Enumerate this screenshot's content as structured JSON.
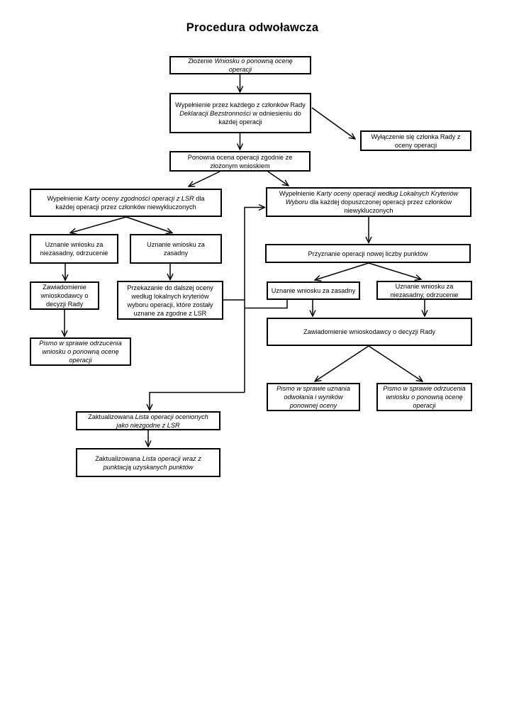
{
  "page": {
    "title": "Procedura odwoławcza",
    "background_color": "#ffffff",
    "ink_color": "#000000"
  },
  "flowchart": {
    "nodes": {
      "zlozenie": {
        "segments": [
          {
            "t": "Złożenie ",
            "i": false
          },
          {
            "t": "Wniosku o ponowną ocenę\noperacji",
            "i": true
          }
        ]
      },
      "deklaracja": {
        "segments": [
          {
            "t": "Wypełnienie przez każdego z członków Rady\n",
            "i": false
          },
          {
            "t": "Deklaracji Bezstronności",
            "i": true
          },
          {
            "t": " w odniesieniu do\nkażdej operacji",
            "i": false
          }
        ]
      },
      "wylaczenie": {
        "segments": [
          {
            "t": "Wyłączenie się członka Rady z\noceny operacji",
            "i": false
          }
        ]
      },
      "ponowna_ocena": {
        "segments": [
          {
            "t": "Ponowna ocena operacji zgodnie ze\nzłożonym wnioskiem",
            "i": false
          }
        ]
      },
      "karta_zgodnosci": {
        "segments": [
          {
            "t": "Wypełnienie ",
            "i": false
          },
          {
            "t": "Karty oceny zgodności operacji z LSR",
            "i": true
          },
          {
            "t": " dla\nkażdej operacji przez członków niewykluczonych",
            "i": false
          }
        ]
      },
      "karta_kryteria": {
        "segments": [
          {
            "t": "Wypełnienie ",
            "i": false
          },
          {
            "t": "Karty oceny operacji według Lokalnych Kryteriów\nWyboru",
            "i": true
          },
          {
            "t": " dla każdej dopuszczonej operacji przez członków\nniewykluczonych",
            "i": false
          }
        ]
      },
      "uznanie_niezasadny_lewy": {
        "segments": [
          {
            "t": "Uznanie wniosku za\nniezasadny, odrzucenie",
            "i": false
          }
        ]
      },
      "uznanie_zasadny_lewy": {
        "segments": [
          {
            "t": "Uznanie wniosku za\nzasadny",
            "i": false
          }
        ]
      },
      "przyznanie_punktow": {
        "segments": [
          {
            "t": "Przyznanie operacji nowej liczby punktów",
            "i": false
          }
        ]
      },
      "zawiadomienie_lewe": {
        "segments": [
          {
            "t": "Zawiadomienie\nwnioskodawcy o\ndecyzji Rady",
            "i": false
          }
        ]
      },
      "przekazanie": {
        "segments": [
          {
            "t": "Przekazanie do dalszej oceny\nwedług lokalnych kryteriów\nwyboru operacji, które zostały\nuznane za zgodne z LSR",
            "i": false
          }
        ]
      },
      "pismo_odrzucenie_lewe": {
        "segments": [
          {
            "t": "Pismo w sprawie odrzucenia\nwniosku o ponowną ocenę\noperacji",
            "i": true
          }
        ]
      },
      "uznanie_zasadny_prawy": {
        "segments": [
          {
            "t": "Uznanie wniosku za zasadny",
            "i": false
          }
        ]
      },
      "uznanie_niezasadny_prawy": {
        "segments": [
          {
            "t": "Uznanie wniosku za\nniezasadny, odrzucenie",
            "i": false
          }
        ]
      },
      "zawiadomienie_prawe": {
        "segments": [
          {
            "t": "Zawiadomienie wnioskodawcy o decyzji Rady",
            "i": false
          }
        ]
      },
      "pismo_uznanie": {
        "segments": [
          {
            "t": "Pismo w sprawie uznania\nodwołania i wyników\nponownej oceny",
            "i": true
          }
        ]
      },
      "pismo_odrzucenie_prawe": {
        "segments": [
          {
            "t": "Pismo w sprawie odrzucenia\nwniosku o ponowną ocenę\noperacji",
            "i": true
          }
        ]
      },
      "lista_niezgodne": {
        "segments": [
          {
            "t": "Zaktualizowana ",
            "i": false
          },
          {
            "t": "Lista operacji ocenionych\njako niezgodne z LSR",
            "i": true
          }
        ]
      },
      "lista_punktacja": {
        "segments": [
          {
            "t": "Zaktualizowana ",
            "i": false
          },
          {
            "t": "Lista operacji wraz z\npunktacją uzyskanych punktów",
            "i": true
          }
        ]
      }
    }
  }
}
